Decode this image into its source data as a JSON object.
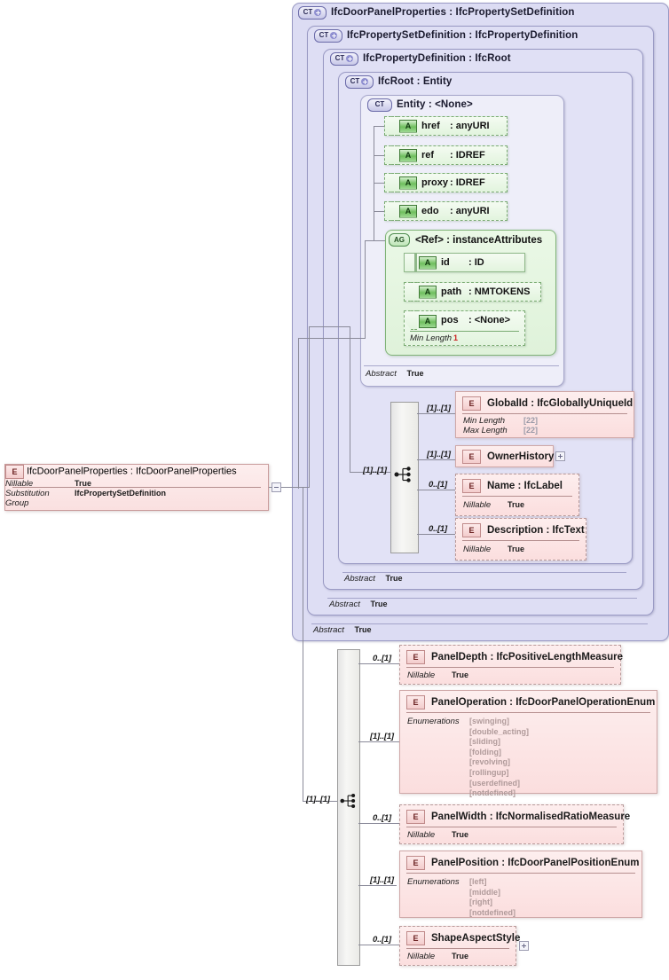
{
  "diagram": {
    "kind": "xsd-schema-diagram",
    "root_element": {
      "icon": "element-icon",
      "label": "IfcDoorPanelProperties : IfcDoorPanelProperties",
      "properties": [
        {
          "key": "Nillable",
          "value": "True"
        },
        {
          "key": "Substitution Group",
          "value": "IfcPropertySetDefinition"
        }
      ],
      "toggle": "minus-toggle"
    },
    "containers": [
      {
        "icon": "complextype-expand-icon",
        "title": "IfcDoorPanelProperties : IfcPropertySetDefinition",
        "abstract_key": "Abstract",
        "abstract_value": "True"
      },
      {
        "icon": "complextype-expand-icon",
        "title": "IfcPropertySetDefinition : IfcPropertyDefinition",
        "abstract_key": "Abstract",
        "abstract_value": "True"
      },
      {
        "icon": "complextype-expand-icon",
        "title": "IfcPropertyDefinition : IfcRoot",
        "abstract_key": "Abstract",
        "abstract_value": "True"
      },
      {
        "icon": "complextype-expand-icon",
        "title": "IfcRoot   : Entity",
        "abstract_key": "Abstract",
        "abstract_value": "True"
      },
      {
        "icon": "complextype-icon",
        "title": "Entity    : <None>",
        "abstract_key": "Abstract",
        "abstract_value": "True"
      }
    ],
    "attributes": [
      {
        "icon": "attribute-icon",
        "name": "href",
        "type": ": anyURI"
      },
      {
        "icon": "attribute-icon",
        "name": "ref",
        "type": ": IDREF"
      },
      {
        "icon": "attribute-icon",
        "name": "proxy",
        "type": ": IDREF"
      },
      {
        "icon": "attribute-icon",
        "name": "edo",
        "type": ": anyURI"
      }
    ],
    "attribute_group": {
      "icon": "attributegroup-icon",
      "title": "<Ref>      : instanceAttributes",
      "attributes": [
        {
          "icon": "attribute-icon",
          "name": "id",
          "type": ": ID",
          "props": []
        },
        {
          "icon": "attribute-icon",
          "name": "path",
          "type": ": NMTOKENS",
          "props": []
        },
        {
          "icon": "attribute-icon",
          "name": "pos",
          "type": ": <None>",
          "props": [
            {
              "key": "Min Length",
              "value": "1"
            }
          ]
        }
      ]
    },
    "root_sequence": {
      "icon": "sequence-icon",
      "cardinality": "[1]..[1]",
      "items": [
        {
          "icon": "element-icon",
          "cardinality": "[1]..[1]",
          "title": "GlobalId  : IfcGloballyUniqueId",
          "style": "solid",
          "properties": [
            {
              "key": "Min Length",
              "value": "[22]",
              "muted": true
            },
            {
              "key": "Max Length",
              "value": "[22]",
              "muted": true
            }
          ]
        },
        {
          "icon": "element-icon",
          "cardinality": "[1]..[1]",
          "title": "OwnerHistory",
          "style": "solid",
          "toggle": "plus-toggle",
          "properties": []
        },
        {
          "icon": "element-icon",
          "cardinality": "0..[1]",
          "title": "Name      : IfcLabel",
          "style": "dashed",
          "properties": [
            {
              "key": "Nillable",
              "value": "True"
            }
          ]
        },
        {
          "icon": "element-icon",
          "cardinality": "0..[1]",
          "title": "Description  : IfcText",
          "style": "dashed",
          "properties": [
            {
              "key": "Nillable",
              "value": "True"
            }
          ]
        }
      ]
    },
    "panel_sequence": {
      "icon": "sequence-icon",
      "cardinality": "[1]..[1]",
      "items": [
        {
          "icon": "element-icon",
          "cardinality": "0..[1]",
          "title": "PanelDepth  : IfcPositiveLengthMeasure",
          "style": "dashed",
          "properties": [
            {
              "key": "Nillable",
              "value": "True"
            }
          ]
        },
        {
          "icon": "element-icon",
          "cardinality": "[1]..[1]",
          "title": "PanelOperation : IfcDoorPanelOperationEnum",
          "style": "solid",
          "enum_key": "Enumerations",
          "enumerations": [
            "[swinging]",
            "[double_acting]",
            "[sliding]",
            "[folding]",
            "[revolving]",
            "[rollingup]",
            "[userdefined]",
            "[notdefined]"
          ]
        },
        {
          "icon": "element-icon",
          "cardinality": "0..[1]",
          "title": "PanelWidth : IfcNormalisedRatioMeasure",
          "style": "dashed",
          "properties": [
            {
              "key": "Nillable",
              "value": "True"
            }
          ]
        },
        {
          "icon": "element-icon",
          "cardinality": "[1]..[1]",
          "title": "PanelPosition  : IfcDoorPanelPositionEnum",
          "style": "solid",
          "enum_key": "Enumerations",
          "enumerations": [
            "[left]",
            "[middle]",
            "[right]",
            "[notdefined]"
          ]
        },
        {
          "icon": "element-icon",
          "cardinality": "0..[1]",
          "title": "ShapeAspectStyle",
          "style": "dashed",
          "toggle": "plus-toggle",
          "properties": [
            {
              "key": "Nillable",
              "value": "True"
            }
          ]
        }
      ]
    },
    "colors": {
      "container_fill": "#dedef4",
      "container_border": "#9a9ac4",
      "attribute_fill": "#e2f4de",
      "attribute_border": "#7aab72",
      "element_fill": "#fbdede",
      "element_border": "#cfa8a8",
      "connector": "#8a8a99",
      "enum_text": "#b09a9a"
    }
  }
}
